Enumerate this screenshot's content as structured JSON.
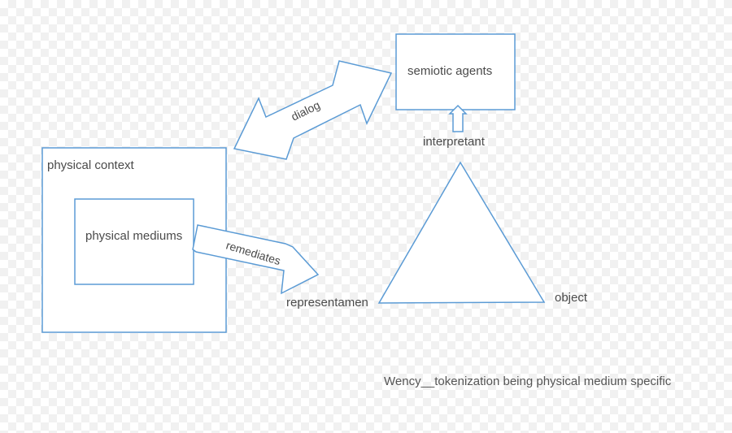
{
  "nodes": {
    "semiotic_agents": "semiotic agents",
    "physical_context": "physical context",
    "physical_mediums": "physical mediums",
    "interpretant": "interpretant",
    "representamen": "representamen",
    "object": "object"
  },
  "edges": {
    "dialog": "dialog",
    "remediates": "remediates"
  },
  "caption": "Wency__tokenization being physical medium specific",
  "colors": {
    "stroke": "#5b9bd5",
    "text": "#4a4a4a"
  }
}
